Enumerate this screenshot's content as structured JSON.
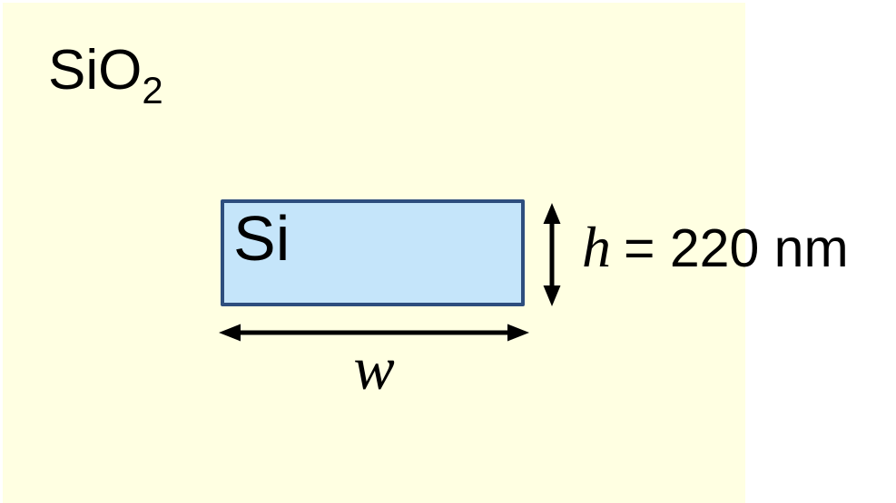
{
  "diagram": {
    "description": "Silicon waveguide cross-section schematic",
    "labels": {
      "cladding": {
        "base": "SiO",
        "subscript": "2"
      },
      "core": "Si",
      "height": {
        "symbol": "h",
        "value": "= 220 nm"
      },
      "width": {
        "symbol": "w"
      }
    },
    "colors": {
      "page_background": "#FFFFFF",
      "cladding_fill": "#FFFFE2",
      "core_fill": "#C5E5FA",
      "core_border": "#2E4E7E",
      "arrow_color": "#000000",
      "text_color": "#000000"
    },
    "icons": {
      "height_arrow": "double-headed-vertical-arrow",
      "width_arrow": "double-headed-horizontal-arrow"
    }
  }
}
